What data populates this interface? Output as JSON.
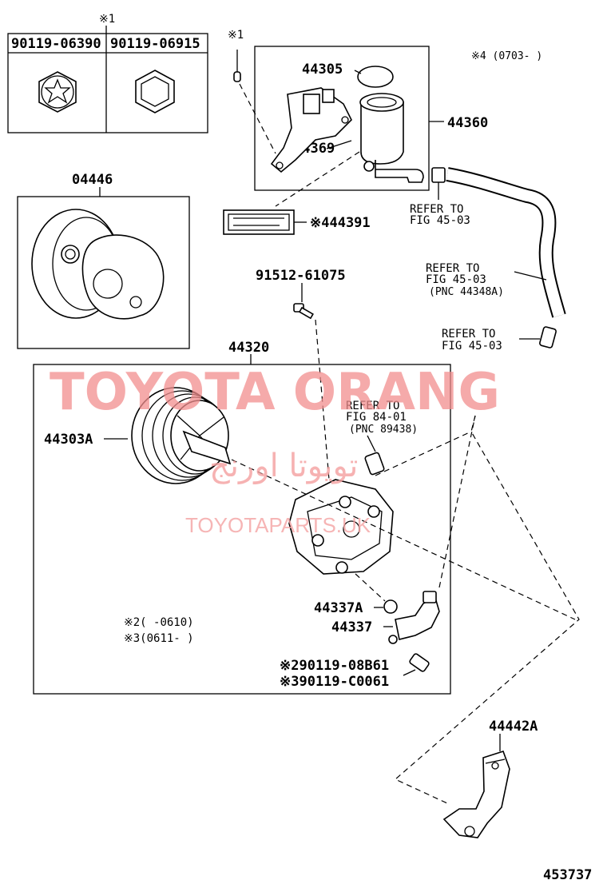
{
  "labels": {
    "note1_top": "※1",
    "note1_side": "※1",
    "bolt_a": "90119-06390",
    "bolt_b": "90119-06915",
    "note4": "※4 (0703-    )",
    "p44305": "44305",
    "p44360": "44360",
    "p44369": "44369",
    "p44391": "※444391",
    "p04446": "04446",
    "refer1_line1": "REFER TO",
    "refer1_line2": "FIG 45-03",
    "refer2_line1": "REFER TO",
    "refer2_line2": "FIG 45-03",
    "refer2_line3": "(PNC 44348A)",
    "refer3_line1": "REFER TO",
    "refer3_line2": "FIG 45-03",
    "p91512": "91512-61075",
    "p44320": "44320",
    "p44303a": "44303A",
    "refer4_line1": "REFER TO",
    "refer4_line2": "FIG 84-01",
    "refer4_line3": "(PNC 89438)",
    "p44337a": "44337A",
    "p44337": "44337",
    "note2": "※2(    -0610)",
    "note3": "※3(0611-    )",
    "bolt_c": "※290119-08B61",
    "bolt_d": "※390119-C0061",
    "p44442a": "44442A",
    "figure_no": "453737"
  },
  "watermarks": {
    "main": "TOYOTA ORANG",
    "arabic": "تويوتا اورنج",
    "url": "TOYOTAPARTS.UK"
  },
  "colors": {
    "ink": "#000000",
    "watermark": "#f28e8e"
  }
}
